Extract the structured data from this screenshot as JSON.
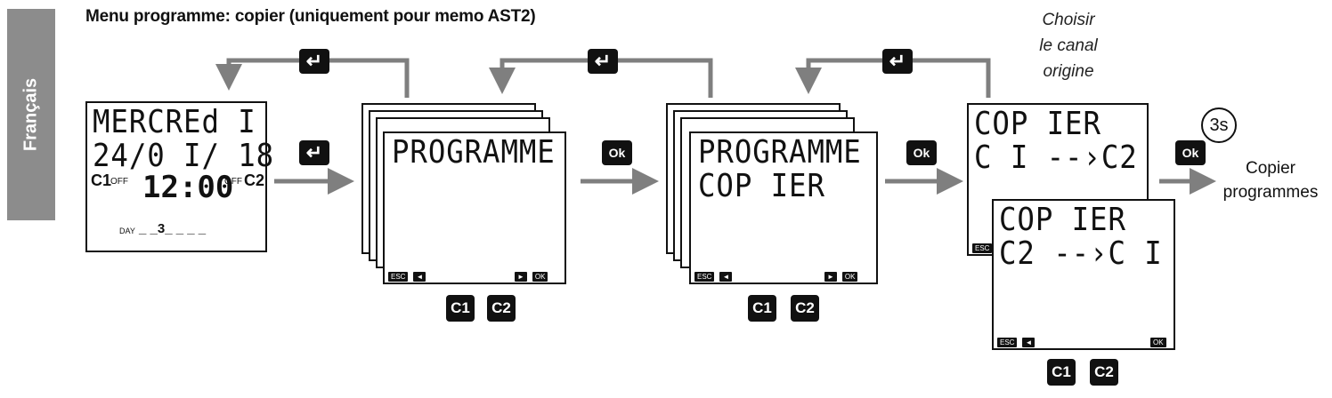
{
  "side_tab": "Français",
  "title": "Menu programme: copier (uniquement pour memo AST2)",
  "screen1": {
    "line1": "MERCREd I",
    "line2": "24/0 I/ 18",
    "c1": "C1",
    "off1": "OFF",
    "time": "12:00",
    "off2": "OFF",
    "c2": "C2",
    "day_label": "DAY",
    "day_value": "_ _3_ _ _ _"
  },
  "screen2": {
    "line1": "PROGRAMME"
  },
  "screen3": {
    "line1": "PROGRAMME",
    "line2": "COP IER"
  },
  "screen4": {
    "line1": "COP IER",
    "line2": "C I --›C2"
  },
  "screen5": {
    "line1": "COP IER",
    "line2": "C2 --›C I"
  },
  "softkeys": {
    "esc": "ESC",
    "left": "◄",
    "right": "►",
    "ok": "OK"
  },
  "keys": {
    "enter": "↵",
    "ok": "Ok",
    "c1": "C1",
    "c2": "C2"
  },
  "choose_text": {
    "line1": "Choisir",
    "line2": "le canal",
    "line3": "origine"
  },
  "hold": "3s",
  "result": {
    "line1": "Copier",
    "line2": "programmes"
  },
  "colors": {
    "arrow": "#7f7f7f",
    "key": "#111111",
    "tab": "#8c8c8c"
  }
}
